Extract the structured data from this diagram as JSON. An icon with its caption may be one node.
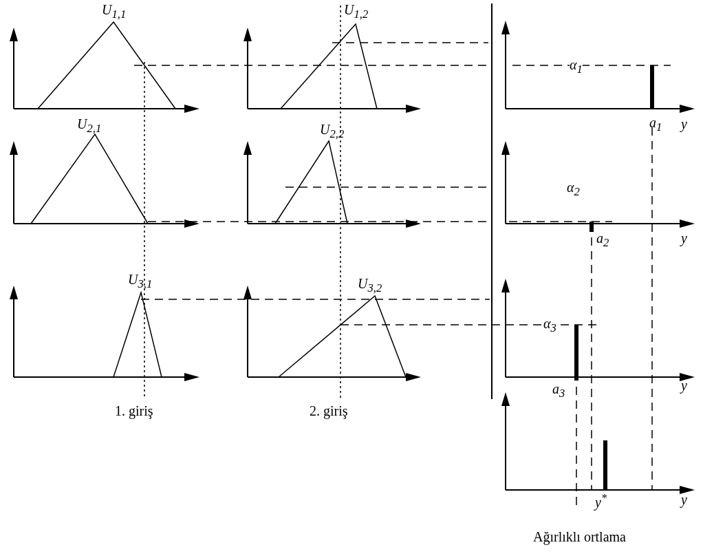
{
  "diagram": {
    "labels": [
      "U$_{1,1}$",
      "U$_{1,2}$",
      "α$_{1}$",
      "a$_{1}$",
      "y",
      "U$_{2,1}$",
      "U$_{2,2}$",
      "α$_{2}$",
      "a$_{2}$",
      "y",
      "U$_{3,1}$",
      "U$_{3,2}$",
      "α$_{3}$",
      "a$_{3}$",
      "y",
      "1. giriş",
      "2. giriş",
      "y$^{*}$",
      "y",
      "Ağırlıklı ortlama"
    ]
  }
}
